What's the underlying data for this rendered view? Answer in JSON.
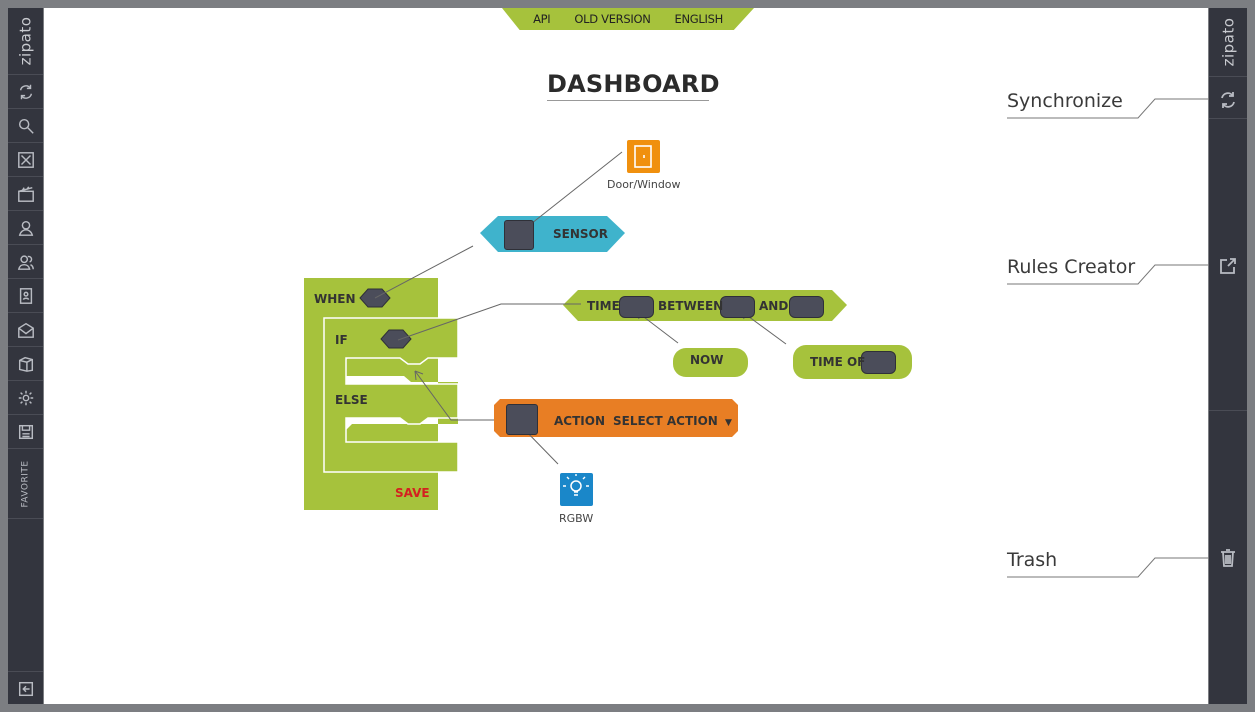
{
  "brand": "zipato",
  "top_nav": {
    "api": "API",
    "old_version": "OLD VERSION",
    "english": "ENGLISH"
  },
  "page_title": "DASHBOARD",
  "left_sidebar": {
    "icons": [
      "refresh-icon",
      "search-icon",
      "expand-icon",
      "scene-clapper-icon",
      "user-icon",
      "users-icon",
      "contact-book-icon",
      "mail-icon",
      "box-icon",
      "gear-icon",
      "save-icon"
    ],
    "favorite": "FAVORITE",
    "logout_icon": "logout-icon"
  },
  "right_panel": {
    "synchronize": "Synchronize",
    "rules_creator": "Rules Creator",
    "trash": "Trash"
  },
  "rule": {
    "when": "WHEN",
    "if": "IF",
    "else": "ELSE",
    "save": "SAVE",
    "sensor": "SENSOR",
    "door_window": "Door/Window",
    "time": "TIME",
    "between": "BETWEEN",
    "and": "AND",
    "now": "NOW",
    "time_of": "TIME OF",
    "action": "ACTION",
    "select_action": "SELECT ACTION",
    "rgbw": "RGBW"
  },
  "colors": {
    "green": "#a6c23c",
    "blue": "#3fb3cc",
    "orange": "#e87e24",
    "sidebar": "#33353e",
    "save_red": "#d42020"
  }
}
